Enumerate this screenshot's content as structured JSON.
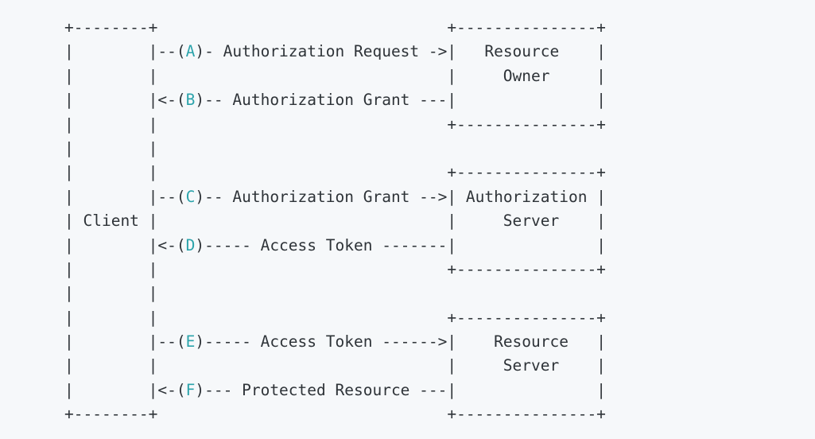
{
  "page": {
    "background": "#f6f8fa"
  },
  "diagram": {
    "kind": "ascii-flow-diagram",
    "text_color": "#2e3338",
    "step_letter_color": "#2ba3ab",
    "entities": [
      {
        "name": "Client"
      },
      {
        "name": "Resource Owner"
      },
      {
        "name": "Authorization Server"
      },
      {
        "name": "Resource Server"
      }
    ],
    "steps": [
      {
        "letter": "A",
        "label": "Authorization Request",
        "from": "Client",
        "to": "Resource Owner"
      },
      {
        "letter": "B",
        "label": "Authorization Grant",
        "from": "Resource Owner",
        "to": "Client"
      },
      {
        "letter": "C",
        "label": "Authorization Grant",
        "from": "Client",
        "to": "Authorization Server"
      },
      {
        "letter": "D",
        "label": "Access Token",
        "from": "Authorization Server",
        "to": "Client"
      },
      {
        "letter": "E",
        "label": "Access Token",
        "from": "Client",
        "to": "Resource Server"
      },
      {
        "letter": "F",
        "label": "Protected Resource",
        "from": "Resource Server",
        "to": "Client"
      }
    ],
    "lines": [
      "+--------+                               +---------------+",
      "|        |--(A)- Authorization Request ->|   Resource    |",
      "|        |                               |     Owner     |",
      "|        |<-(B)-- Authorization Grant ---|               |",
      "|        |                               +---------------+",
      "|        |",
      "|        |                               +---------------+",
      "|        |--(C)-- Authorization Grant -->| Authorization |",
      "| Client |                               |     Server    |",
      "|        |<-(D)----- Access Token -------|               |",
      "|        |                               +---------------+",
      "|        |",
      "|        |                               +---------------+",
      "|        |--(E)----- Access Token ------>|    Resource   |",
      "|        |                               |     Server    |",
      "|        |<-(F)--- Protected Resource ---|               |",
      "+--------+                               +---------------+"
    ]
  }
}
